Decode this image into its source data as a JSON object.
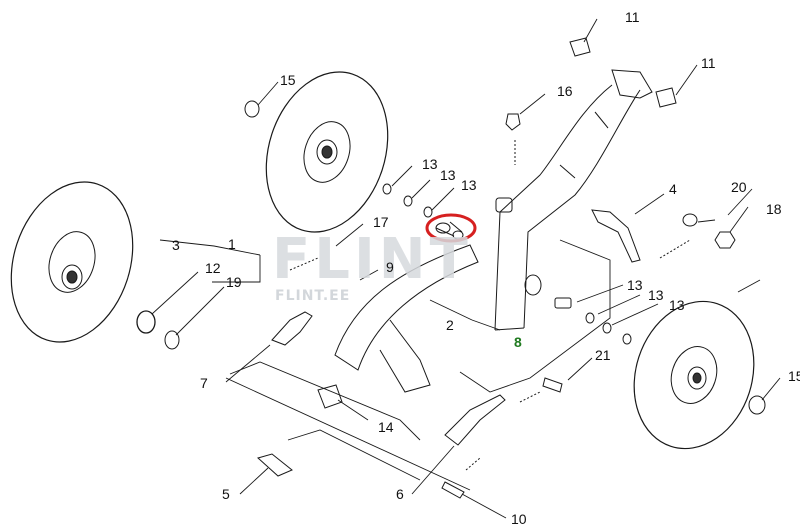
{
  "watermark": {
    "brand": "FLINT",
    "site": "FLINT.EE"
  },
  "labels": {
    "p1": "1",
    "p2": "2",
    "p3": "3",
    "p4": "4",
    "p5": "5",
    "p6": "6",
    "p7": "7",
    "p8": "8",
    "p9": "9",
    "p10": "10",
    "p11a": "11",
    "p11b": "11",
    "p12": "12",
    "p13a": "13",
    "p13b": "13",
    "p13c": "13",
    "p13d": "13",
    "p13e": "13",
    "p13f": "13",
    "p14": "14",
    "p15a": "15",
    "p15b": "15",
    "p16": "16",
    "p17": "17",
    "p18": "18",
    "p19": "19",
    "p20": "20",
    "p21": "21"
  },
  "colors": {
    "line": "#1a1a1a",
    "highlight": "#d62020",
    "part8": "#1f7a1f"
  }
}
